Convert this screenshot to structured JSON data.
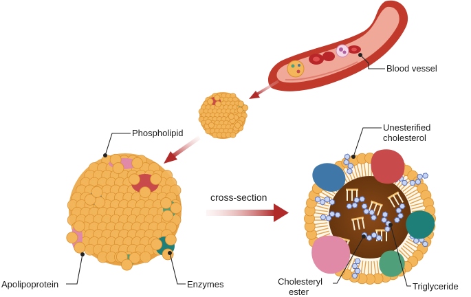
{
  "labels": {
    "blood_vessel": "Blood vessel",
    "phospholipid": "Phospholipid",
    "unesterified_line1": "Unesterified",
    "unesterified_line2": "cholesterol",
    "cross_section": "cross-section",
    "apolipoprotein": "Apolipoprotein",
    "enzymes": "Enzymes",
    "cholesteryl_line1": "Cholesteryl",
    "cholesteryl_line2": "ester",
    "triglyceride": "Triglyceride"
  },
  "colors": {
    "vessel_outer": "#c0392b",
    "vessel_inner": "#f0a898",
    "phospholipid_head": "#f3b65a",
    "phospholipid_edge": "#d98e2e",
    "apo_red": "#c94a4a",
    "apo_blue": "#3f78a8",
    "apo_green": "#4fa07a",
    "apo_teal": "#1e7f78",
    "apo_pink": "#e08aa8",
    "core": "#7a4015",
    "arrow": "#b02a2a",
    "cholesterol_ring": "#8fa8e0"
  }
}
